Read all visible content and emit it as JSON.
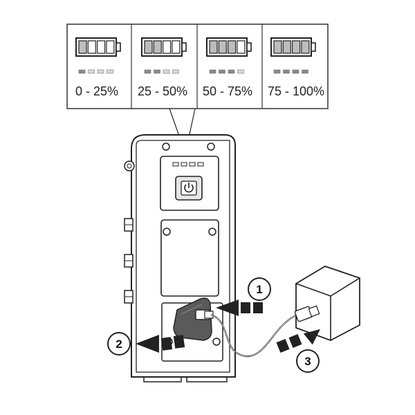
{
  "charge_legend": {
    "levels": [
      {
        "label": "0 - 25%",
        "filled_cells": 1,
        "lit_dots": 1
      },
      {
        "label": "25 - 50%",
        "filled_cells": 2,
        "lit_dots": 2
      },
      {
        "label": "50 - 75%",
        "filled_cells": 3,
        "lit_dots": 3
      },
      {
        "label": "75 - 100%",
        "filled_cells": 4,
        "lit_dots": 4
      }
    ]
  },
  "steps": [
    "1",
    "2",
    "3"
  ],
  "icons": {
    "battery": "battery-icon",
    "power": "power-icon",
    "usb": "usb-plug-icon",
    "adapter": "power-adapter-icon"
  },
  "colors": {
    "line": "#222222",
    "cell_fill": "#bdbdbd",
    "dot_on": "#888888",
    "dot_off": "#d8d8d8"
  }
}
